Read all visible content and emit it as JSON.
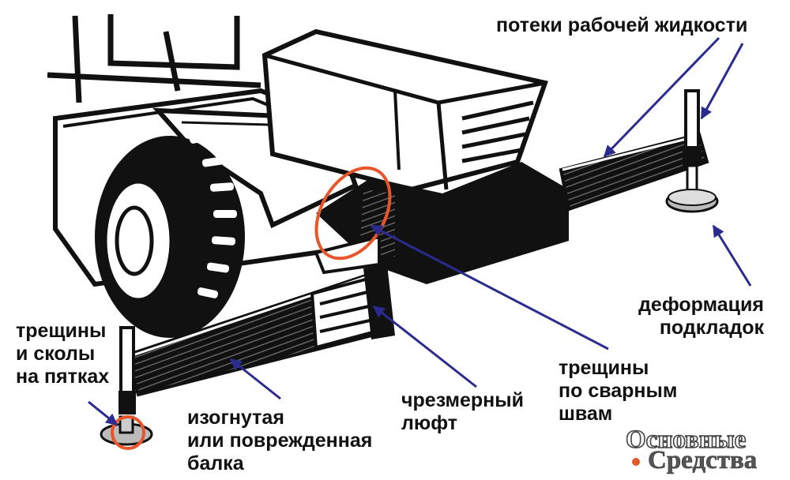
{
  "labels": {
    "fluid_leaks": "потеки рабочей жидкости",
    "pad_deformation": [
      "деформация",
      "подкладок"
    ],
    "heel_cracks": [
      "трещины",
      "и сколы",
      "на пятках"
    ],
    "weld_cracks": [
      "трещины",
      "по сварным",
      "швам"
    ],
    "excess_play": [
      "чрезмерный",
      "люфт"
    ],
    "bent_beam": [
      "изогнутая",
      "или поврежденная",
      "балка"
    ]
  },
  "logo": {
    "line1": "Основные",
    "line2": "Средства",
    "accent_color": "#e05b2a"
  },
  "colors": {
    "arrow": "#2b2b8f",
    "highlight_circle": "#e8552a",
    "ink": "#111111"
  }
}
